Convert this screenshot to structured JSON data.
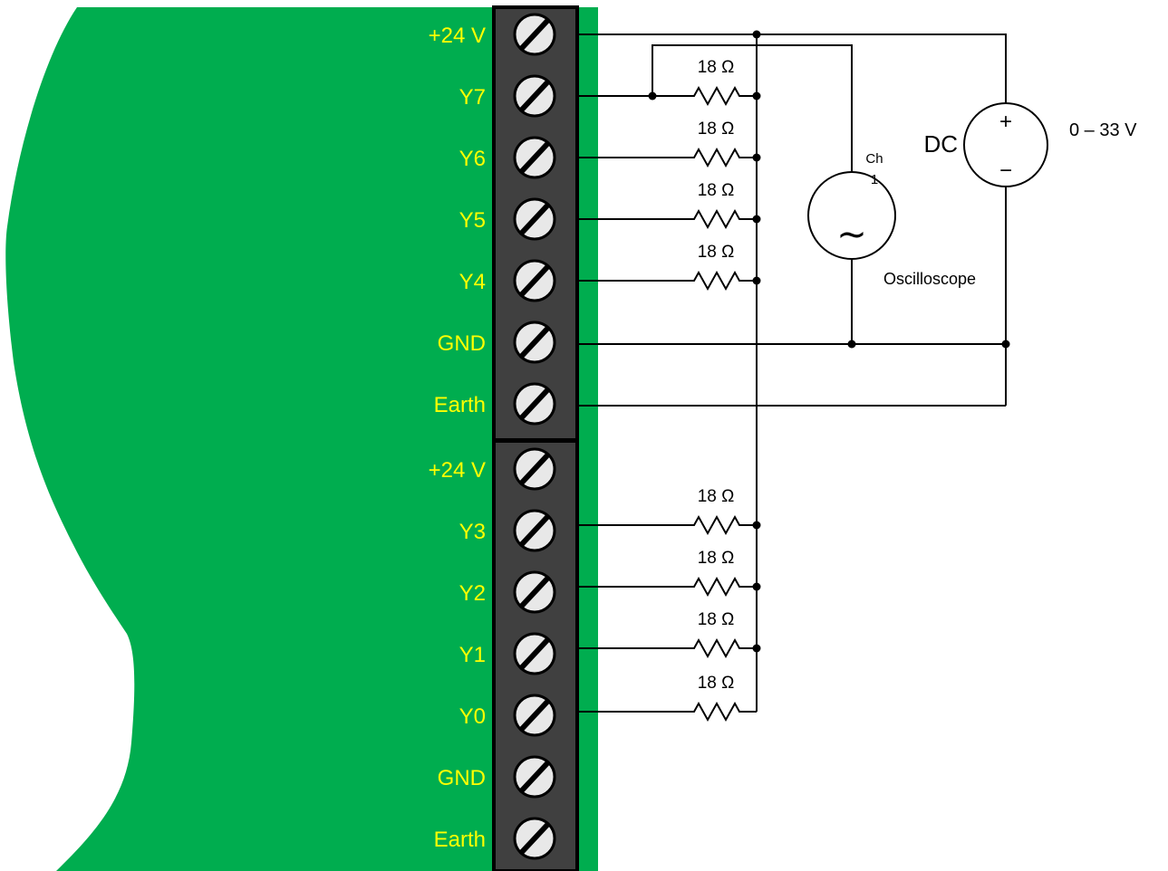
{
  "colors": {
    "board": "#00ad4f",
    "terminal_block": "#404040",
    "screw": "#e8e8e8",
    "label_text": "#ffff00",
    "wire": "#000000"
  },
  "upper_block": {
    "terminals": [
      "+24 V",
      "Y7",
      "Y6",
      "Y5",
      "Y4",
      "GND",
      "Earth"
    ]
  },
  "lower_block": {
    "terminals": [
      "+24 V",
      "Y3",
      "Y2",
      "Y1",
      "Y0",
      "GND",
      "Earth"
    ]
  },
  "resistors": {
    "upper": [
      "18 Ω",
      "18 Ω",
      "18 Ω",
      "18 Ω"
    ],
    "lower": [
      "18 Ω",
      "18 Ω",
      "18 Ω",
      "18 Ω"
    ]
  },
  "oscilloscope": {
    "channel_label": "Ch",
    "channel_number": "1",
    "symbol": "~",
    "caption": "Oscilloscope"
  },
  "dc_source": {
    "label": "DC",
    "plus": "+",
    "minus": "−",
    "range": "0 – 33 V"
  }
}
